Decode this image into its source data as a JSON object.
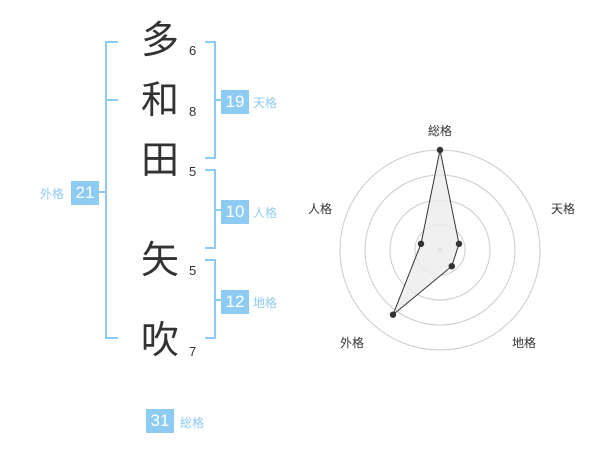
{
  "name": {
    "characters": [
      {
        "char": "多",
        "strokes": "6"
      },
      {
        "char": "和",
        "strokes": "8"
      },
      {
        "char": "田",
        "strokes": "5"
      },
      {
        "char": "矢",
        "strokes": "5"
      },
      {
        "char": "吹",
        "strokes": "7"
      }
    ]
  },
  "fortune": {
    "tenkaku": {
      "label": "天格",
      "value": "19"
    },
    "jinkaku": {
      "label": "人格",
      "value": "10"
    },
    "chikaku": {
      "label": "地格",
      "value": "12"
    },
    "gaikaku": {
      "label": "外格",
      "value": "21"
    },
    "soukaku": {
      "label": "総格",
      "value": "31"
    }
  },
  "colors": {
    "accent": "#8ecbf2",
    "text": "#333333",
    "ring": "#cccccc",
    "polygon_fill": "#ececec",
    "polygon_stroke": "#333333"
  },
  "chart_data": {
    "type": "radar",
    "axes": [
      "総格",
      "天格",
      "地格",
      "外格",
      "人格"
    ],
    "values": [
      5,
      1,
      1,
      4,
      1
    ],
    "rmax": 5,
    "rings": 4
  }
}
